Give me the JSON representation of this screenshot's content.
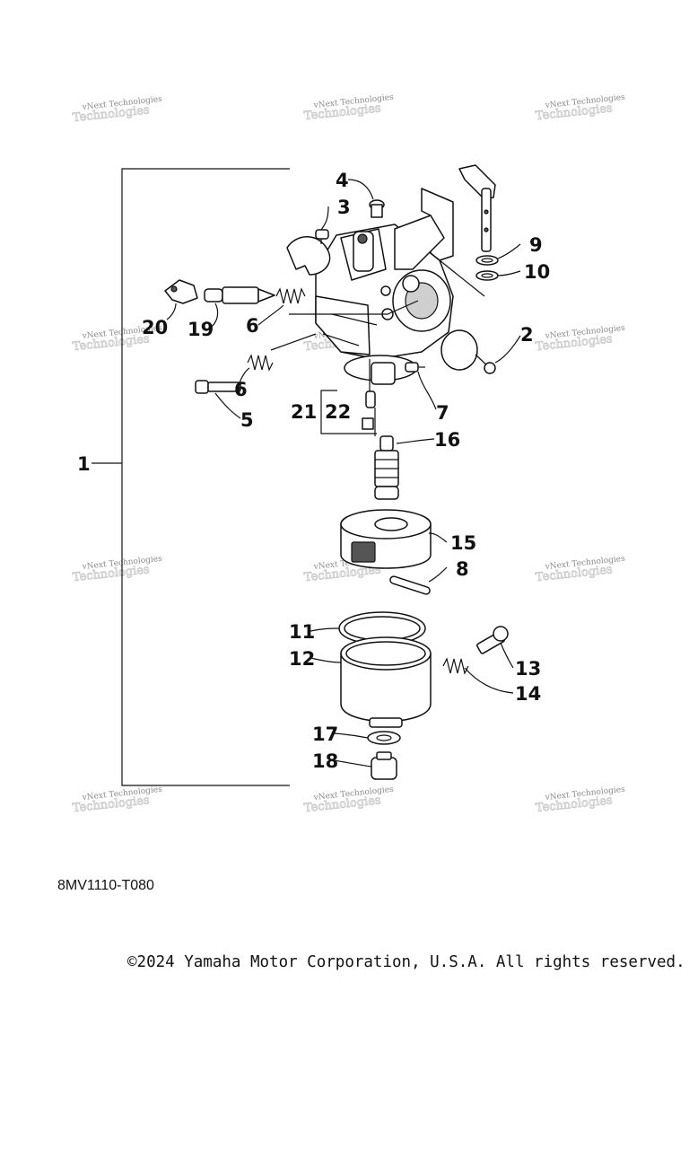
{
  "watermark_text": "vNext Technologies",
  "callouts": {
    "c1": "1",
    "c2": "2",
    "c3": "3",
    "c4": "4",
    "c5": "5",
    "c6a": "6",
    "c6b": "6",
    "c7": "7",
    "c8": "8",
    "c9": "9",
    "c10": "10",
    "c11": "11",
    "c12": "12",
    "c13": "13",
    "c14": "14",
    "c15": "15",
    "c16": "16",
    "c17": "17",
    "c18": "18",
    "c19": "19",
    "c20": "20",
    "c21": "21",
    "c22": "22"
  },
  "document_code": "8MV1110-T080",
  "copyright": "©2024 Yamaha Motor Corporation, U.S.A. All rights reserved."
}
